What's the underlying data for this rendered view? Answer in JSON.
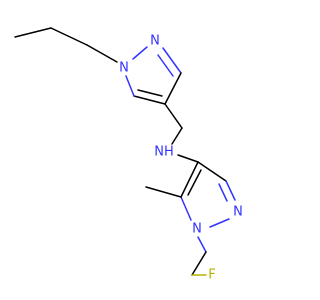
{
  "colors": {
    "background": "#ffffff",
    "bond": "#000000",
    "nitrogen": "#3333ff",
    "fluorine": "#b3b300"
  },
  "atoms": {
    "n_propyl_ring": "N",
    "n_upper_ring": "N",
    "amine": "NH",
    "n_lower_ring": "N",
    "n_fluoroethyl_ring": "N",
    "fluorine": "F"
  }
}
